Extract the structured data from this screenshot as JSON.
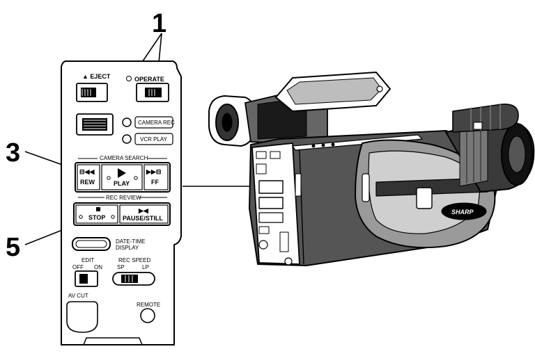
{
  "callouts": {
    "c1": "1",
    "c3": "3",
    "c5": "5"
  },
  "panel": {
    "eject": "▲ EJECT",
    "operate": "OPERATE",
    "camera_rec": "CAMERA REC",
    "vcr_play": "VCR PLAY",
    "camera_search": "CAMERA SEARCH",
    "rew": "REW",
    "play": "PLAY",
    "ff": "FF",
    "rec_review": "REC REVIEW",
    "stop": "STOP",
    "pause_still": "PAUSE/STILL",
    "date_time_1": "DATE-TIME",
    "date_time_2": "DISPLAY",
    "edit": "EDIT",
    "off": "OFF",
    "on": "ON",
    "rec_speed": "REC SPEED",
    "sp": "SP",
    "lp": "LP",
    "av_cut": "AV CUT",
    "remote": "REMOTE"
  },
  "camera": {
    "brand": "SHARP"
  }
}
